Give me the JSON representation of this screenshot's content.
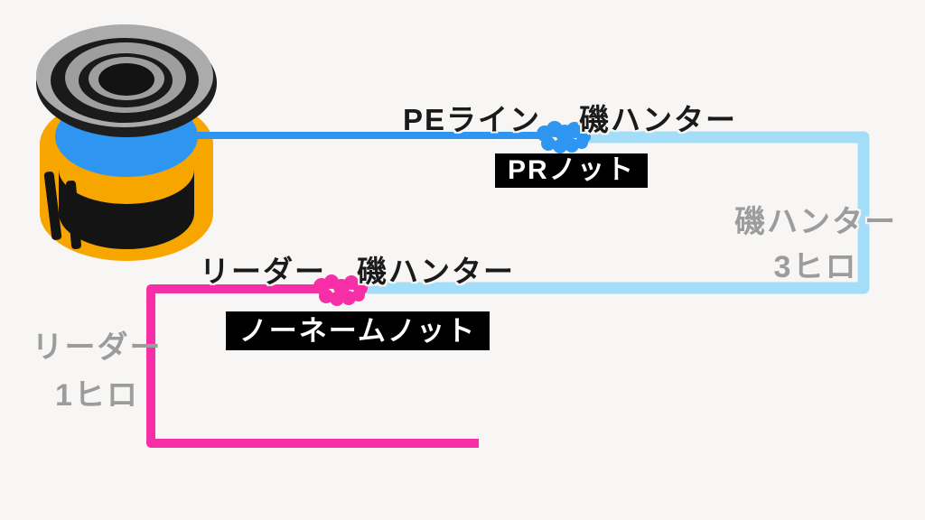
{
  "colors": {
    "background": "#F7F6F4",
    "pe_line_blue": "#2E96F0",
    "main_line_light_blue": "#A3DDF8",
    "leader_pink": "#F72FA6",
    "label_text": "#1A1A1A",
    "muted_text": "#9C9C9C",
    "badge_background": "#000000",
    "badge_text": "#FFFFFF",
    "spool_body_orange": "#F7A600",
    "spool_disc_gray": "#ABABAB"
  },
  "icons": {
    "spool": "line-spool-icon",
    "pr_knot": "knot-scribble-icon",
    "noname_knot": "knot-scribble-icon"
  },
  "labels": {
    "pe_line": "PEライン",
    "main_line_top": "磯ハンター",
    "pr_knot": "PRノット",
    "main_line_side_name": "磯ハンター",
    "main_line_side_length": "3ヒロ",
    "leader_mid": "リーダー",
    "main_line_mid": "磯ハンター",
    "noname_knot": "ノーネームノット",
    "leader_side_name": "リーダー",
    "leader_side_length": "1ヒロ"
  }
}
